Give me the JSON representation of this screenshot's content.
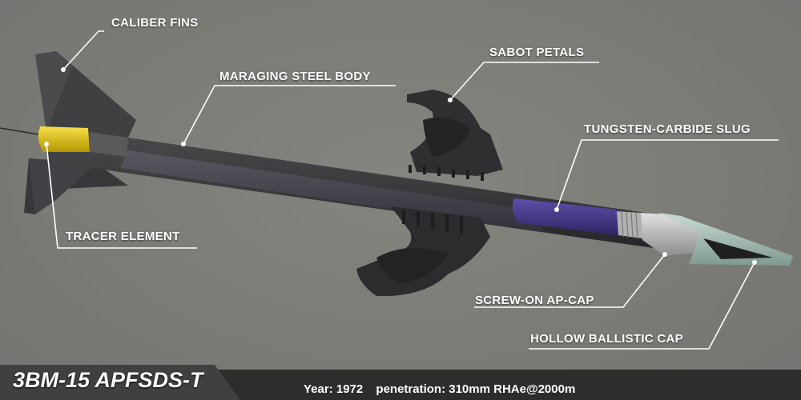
{
  "labels": {
    "caliber_fins": "CALIBER FINS",
    "maraging_body": "MARAGING STEEL BODY",
    "sabot_petals": "SABOT PETALS",
    "tungsten_slug": "TUNGSTEN-CARBIDE SLUG",
    "tracer_element": "TRACER ELEMENT",
    "screw_cap": "SCREW-ON AP-CAP",
    "ballistic_cap": "HOLLOW BALLISTIC CAP"
  },
  "footer": {
    "title": "3BM-15 APFSDS-T",
    "year": "Year: 1972",
    "penetration": "penetration: 310mm RHAe@2000m"
  },
  "colors": {
    "background": "#7b7b76",
    "body": "#3e3e40",
    "tracer": "#e3c400",
    "slug": "#4a3d8c",
    "ap_cap": "#b8b8b8",
    "ballistic_cap": "#a9c1b7",
    "footer": "#2d2d2d"
  }
}
